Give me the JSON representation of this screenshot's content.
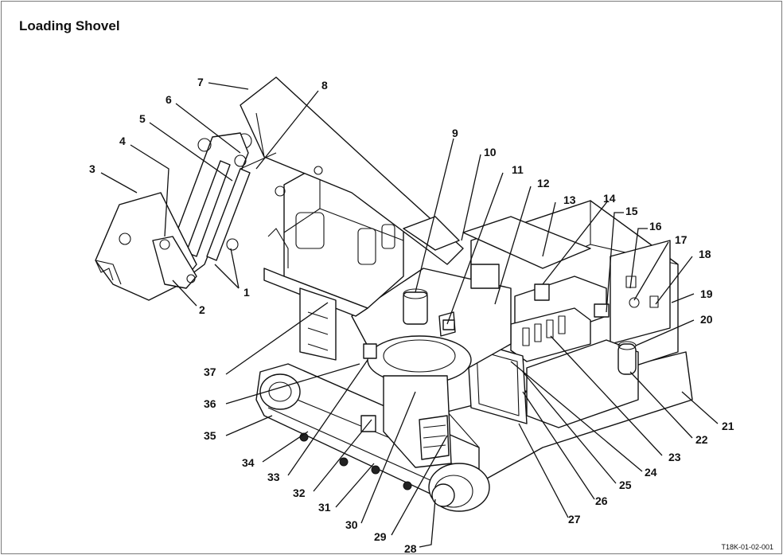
{
  "title": "Loading Shovel",
  "doc_id": "T18K-01-02-001",
  "callouts": [
    "1",
    "2",
    "3",
    "4",
    "5",
    "6",
    "7",
    "8",
    "9",
    "10",
    "11",
    "12",
    "13",
    "14",
    "15",
    "16",
    "17",
    "18",
    "19",
    "20",
    "21",
    "22",
    "23",
    "24",
    "25",
    "26",
    "27",
    "28",
    "29",
    "30",
    "31",
    "32",
    "33",
    "34",
    "35",
    "36",
    "37"
  ]
}
